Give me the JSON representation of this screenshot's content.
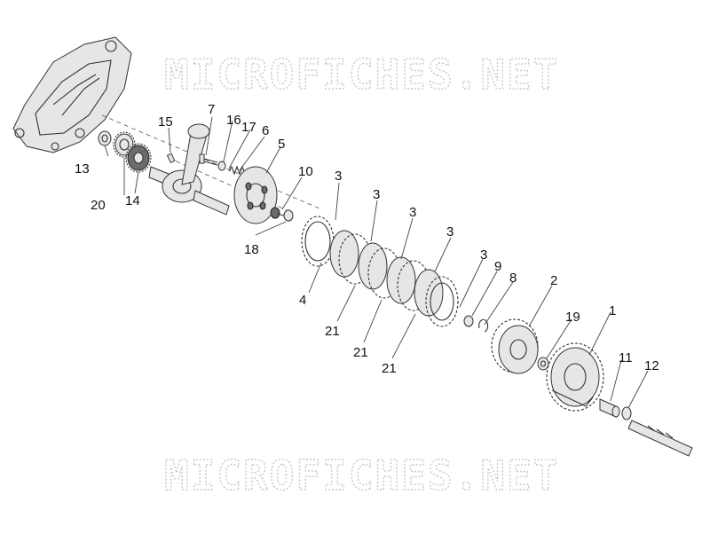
{
  "watermark": "MICROFICHES.NET",
  "callouts": [
    {
      "id": "c1",
      "label": "1"
    },
    {
      "id": "c2",
      "label": "2"
    },
    {
      "id": "c3a",
      "label": "3"
    },
    {
      "id": "c3b",
      "label": "3"
    },
    {
      "id": "c3c",
      "label": "3"
    },
    {
      "id": "c3d",
      "label": "3"
    },
    {
      "id": "c3e",
      "label": "3"
    },
    {
      "id": "c4",
      "label": "4"
    },
    {
      "id": "c5",
      "label": "5"
    },
    {
      "id": "c6",
      "label": "6"
    },
    {
      "id": "c7",
      "label": "7"
    },
    {
      "id": "c8",
      "label": "8"
    },
    {
      "id": "c9",
      "label": "9"
    },
    {
      "id": "c10",
      "label": "10"
    },
    {
      "id": "c11",
      "label": "11"
    },
    {
      "id": "c12",
      "label": "12"
    },
    {
      "id": "c13",
      "label": "13"
    },
    {
      "id": "c14",
      "label": "14"
    },
    {
      "id": "c15",
      "label": "15"
    },
    {
      "id": "c16",
      "label": "16"
    },
    {
      "id": "c17",
      "label": "17"
    },
    {
      "id": "c18",
      "label": "18"
    },
    {
      "id": "c19",
      "label": "19"
    },
    {
      "id": "c20",
      "label": "20"
    },
    {
      "id": "c21a",
      "label": "21"
    },
    {
      "id": "c21b",
      "label": "21"
    },
    {
      "id": "c21c",
      "label": "21"
    }
  ]
}
